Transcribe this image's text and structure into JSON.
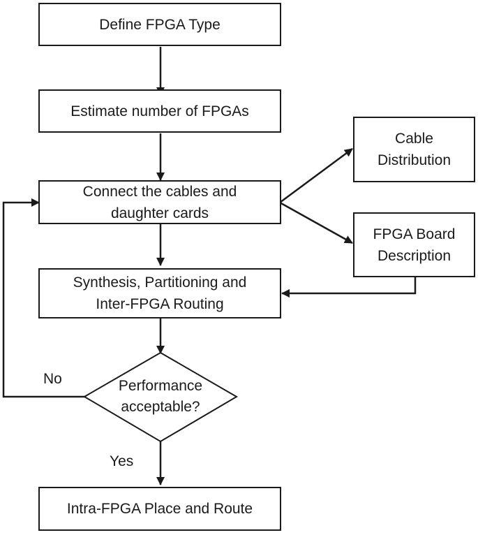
{
  "nodes": {
    "define_fpga_type": "Define FPGA Type",
    "estimate_fpgas": "Estimate number of FPGAs",
    "connect_cables": "Connect the cables and\ndaughter cards",
    "cable_distribution": "Cable\nDistribution",
    "fpga_board_description": "FPGA Board\nDescription",
    "synthesis": "Synthesis, Partitioning and\nInter-FPGA Routing",
    "performance_decision": "Performance\nacceptable?",
    "intra_fpga_pnr": "Intra-FPGA Place and Route"
  },
  "edge_labels": {
    "no": "No",
    "yes": "Yes"
  }
}
